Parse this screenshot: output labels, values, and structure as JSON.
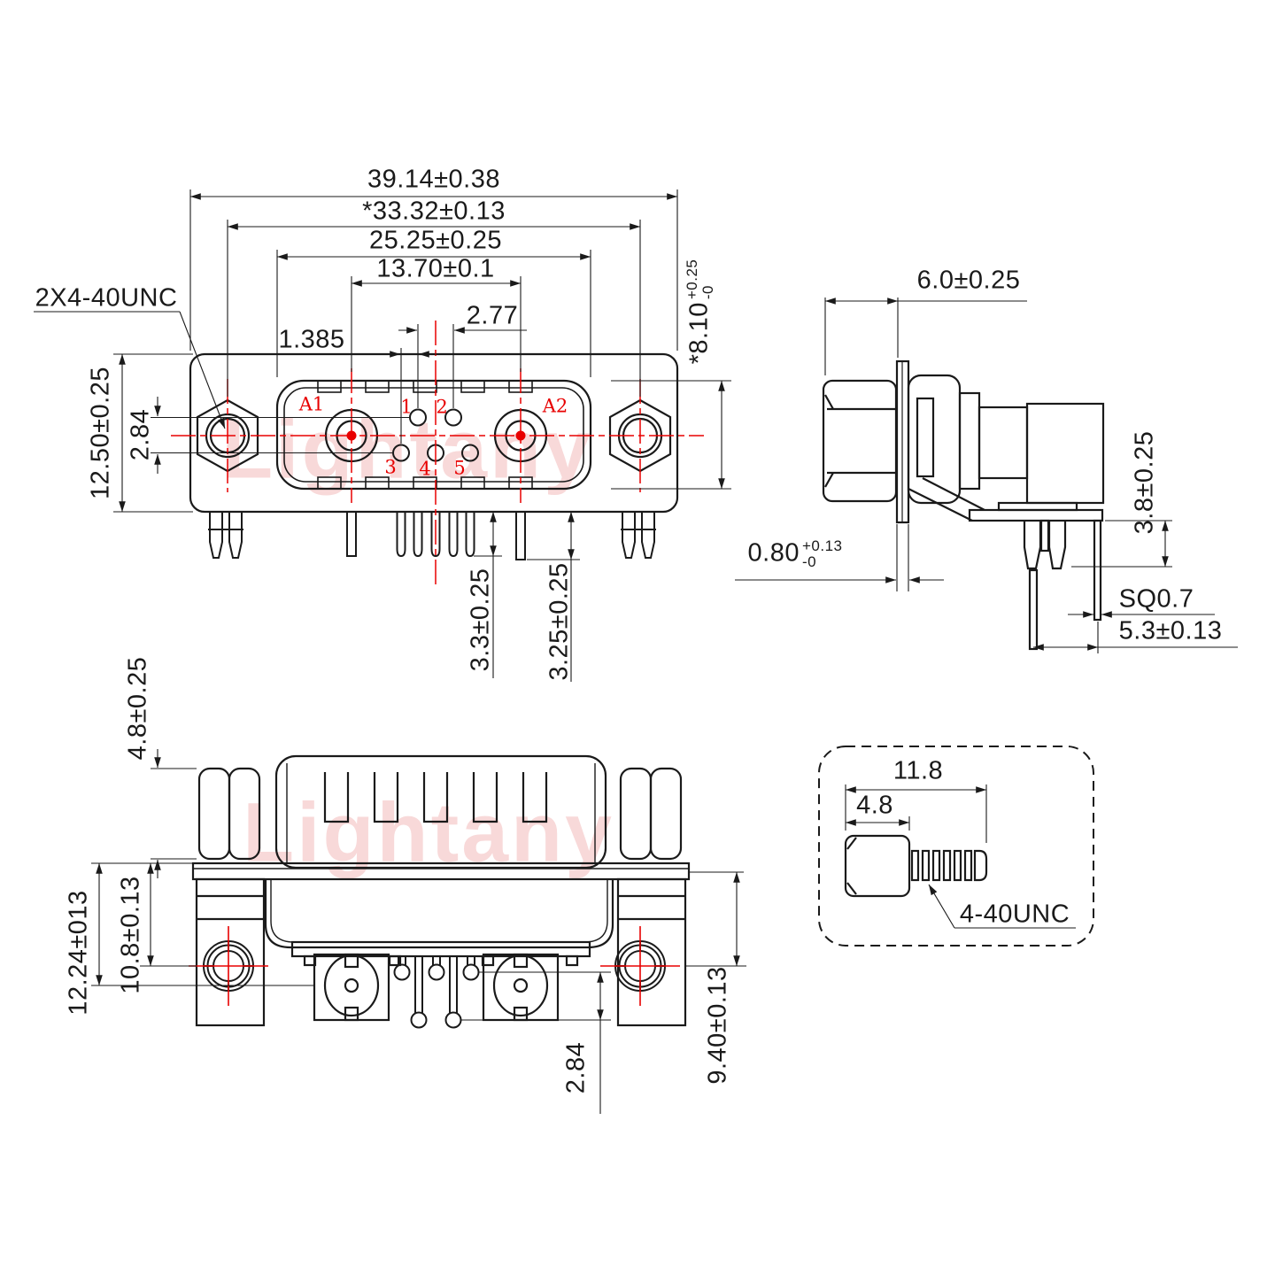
{
  "watermark": {
    "text": "Lightany"
  },
  "front_view": {
    "dims": {
      "overall_width": "39.14±0.38",
      "mount_span": "*33.32±0.13",
      "shell_width": "25.25±0.25",
      "coax_span": "13.70±0.1",
      "pin_pitch": "2.77",
      "half_pitch": "1.385",
      "body_height": "12.50±0.25",
      "row_offset": "2.84",
      "shell_height": {
        "value": "*8.10",
        "tol_plus": "+0.25",
        "tol_minus": "-0"
      },
      "pin_length": "3.3±0.25",
      "coax_pin_length": "3.25±0.25"
    },
    "thread_callout": "2X4-40UNC",
    "contact_labels": {
      "a1": "A1",
      "a2": "A2",
      "pins": [
        "1",
        "2",
        "3",
        "4",
        "5"
      ]
    }
  },
  "side_view": {
    "dims": {
      "head_width": "6.0±0.25",
      "flange_thickness": {
        "value": "0.80",
        "tol_plus": "+0.13",
        "tol_minus": "-0"
      },
      "standoff": "3.8±0.25",
      "pin_square": "SQ0.7",
      "pin_spacing": "5.3±0.13"
    }
  },
  "bottom_view": {
    "dims": {
      "nut_height": "4.8±0.25",
      "depth_to_coax": "12.24±013",
      "depth_to_screw": "10.8±0.13",
      "row_offset": "2.84",
      "depth_to_screw_right": "9.40±0.13"
    }
  },
  "screw_detail": {
    "dims": {
      "total_length": "11.8",
      "head_length": "4.8"
    },
    "thread_label": "4-40UNC"
  }
}
